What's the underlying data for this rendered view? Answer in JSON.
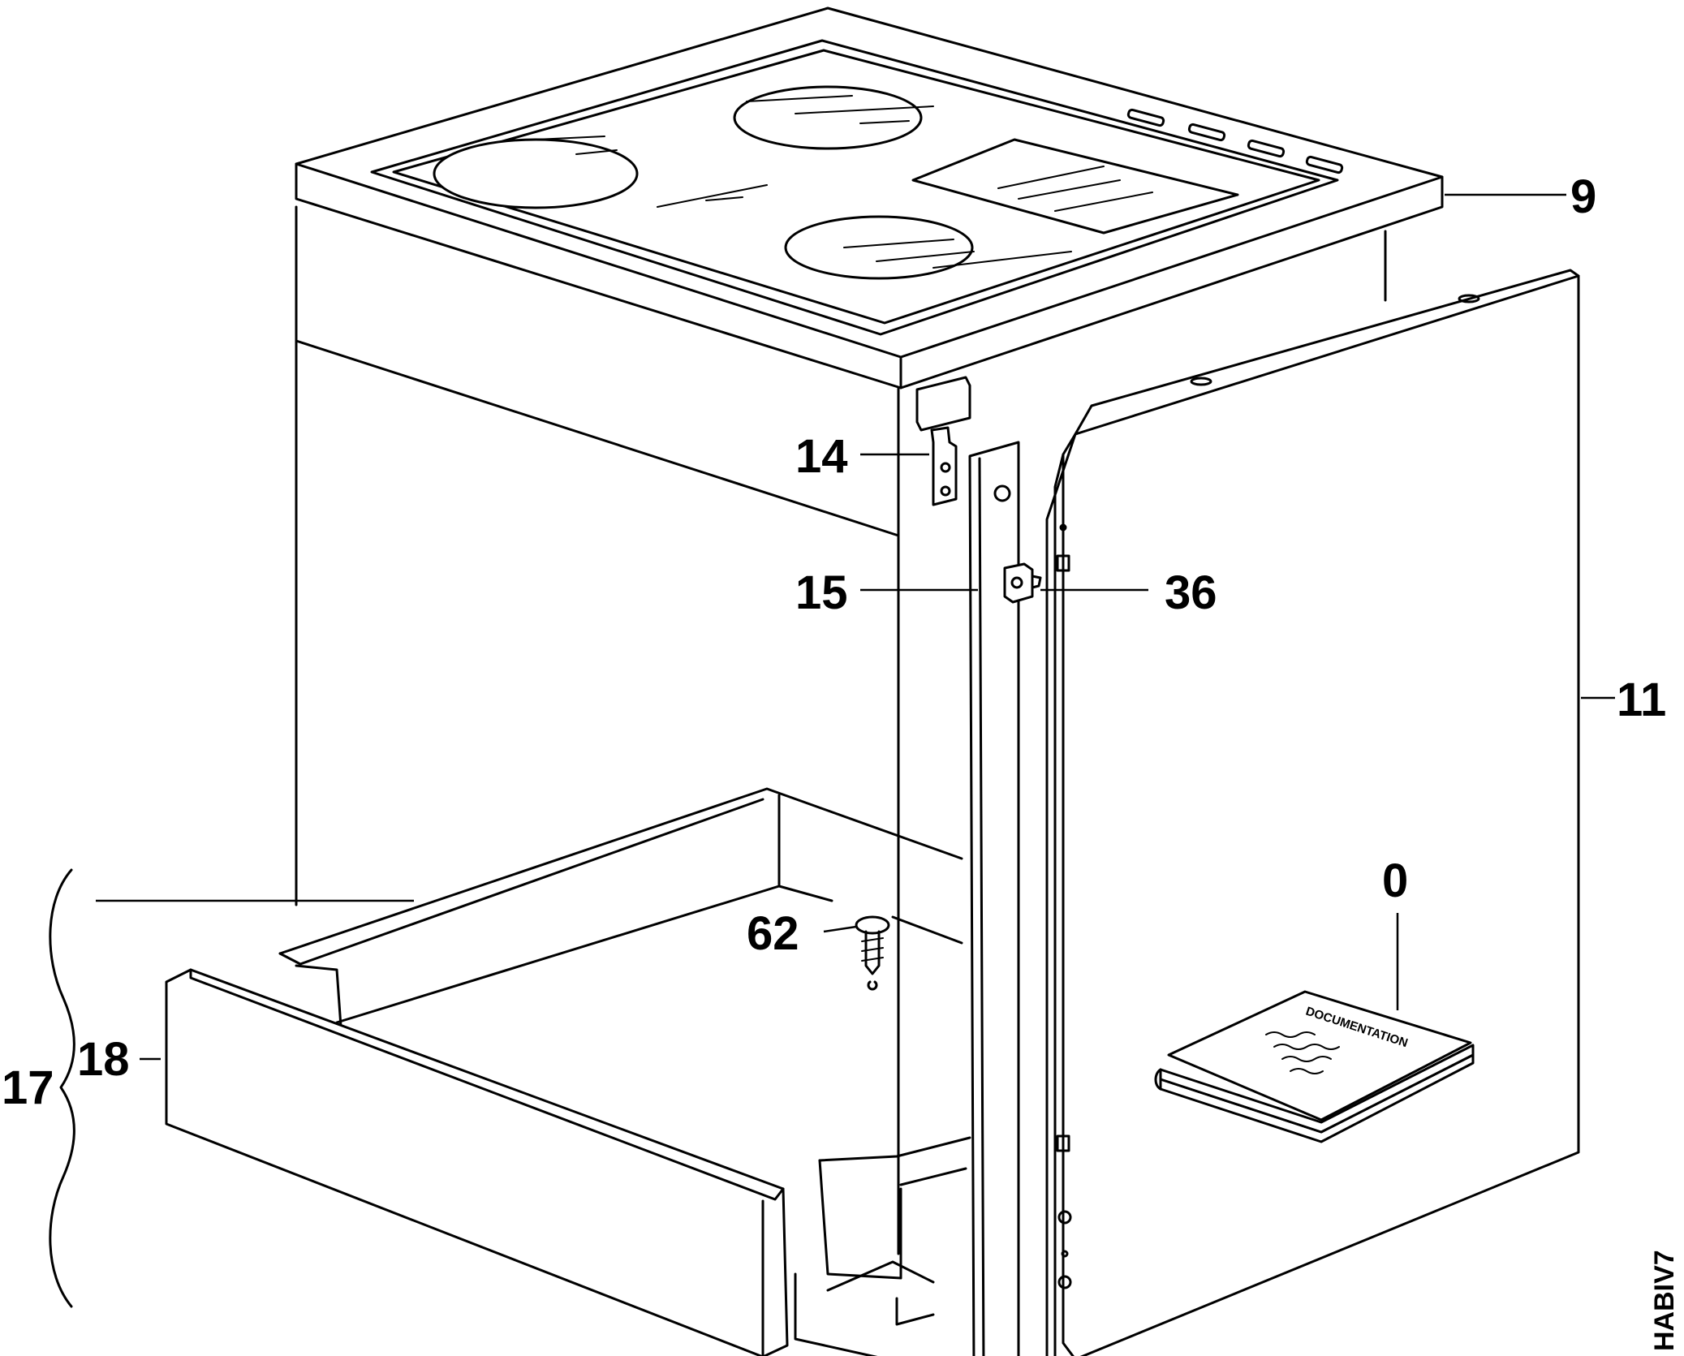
{
  "labels": {
    "hob_top": "9",
    "side_panel": "11",
    "bracket": "14",
    "front_strip": "15",
    "clip": "36",
    "screw": "62",
    "drawer_assembly": "17",
    "drawer_front": "18",
    "documentation": "0"
  },
  "booklet_text": "DOCUMENTATION",
  "drawing_code": "HABIV7"
}
